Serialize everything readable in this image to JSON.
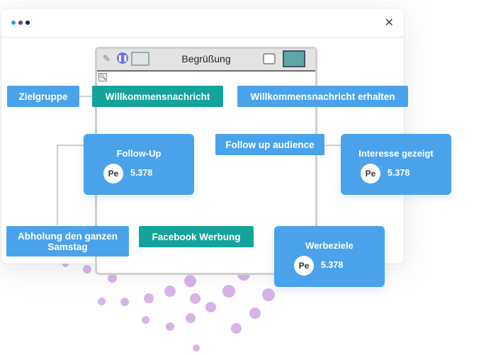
{
  "inner_window": {
    "title": "Begrüßung"
  },
  "nodes": {
    "zielgruppe": "Zielgruppe",
    "willkommensnachricht": "Willkommensnachricht",
    "willkommensnachricht_erhalten": "Willkommensnachricht erhalten",
    "follow_up_audience": "Follow up audience",
    "abholung_line1": "Abholung den ganzen",
    "abholung_line2": "Samstag",
    "facebook_werbung": "Facebook Werbung"
  },
  "cards": {
    "follow_up": {
      "title": "Follow-Up",
      "avatar": "Pe",
      "value": "5.378"
    },
    "interesse": {
      "title": "Interesse gezeigt",
      "avatar": "Pe",
      "value": "5.378"
    },
    "werbeziele": {
      "title": "Werbeziele",
      "avatar": "Pe",
      "value": "5.378"
    }
  },
  "colors": {
    "node_blue": "#4aa3ea",
    "node_teal": "#13a39a",
    "dot_purple": "#c89be0"
  },
  "icons": {
    "close": "close-icon",
    "pencil": "pencil-icon",
    "pause": "pause-icon",
    "search": "search-icon"
  }
}
